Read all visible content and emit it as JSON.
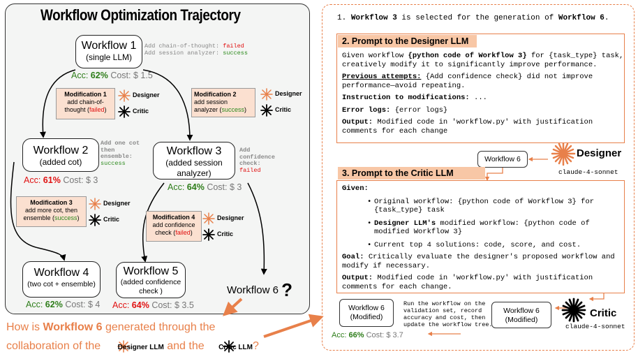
{
  "left": {
    "title": "Workflow Optimization Trajectory",
    "wf1": {
      "title": "Workflow 1",
      "sub": "(single LLM)",
      "acc_label": "Acc:",
      "acc": "62%",
      "cost_label": "Cost:",
      "cost": "$ 1.5",
      "note1": "Add chain-of-thought:",
      "note1_status": "failed",
      "note2": "Add session analyzer:",
      "note2_status": "success"
    },
    "mod1": {
      "title": "Modification 1",
      "l1": "add chain-of-",
      "l2": "thought (",
      "status": "failed",
      "end": ")"
    },
    "mod2": {
      "title": "Modification 2",
      "l1": "add session",
      "l2": "analyzer (",
      "status": "success",
      "end": ")"
    },
    "mod3": {
      "title": "Modification 3",
      "l1": "add more cot, then",
      "l2": "ensemble (",
      "status": "success",
      "end": ")"
    },
    "mod4": {
      "title": "Modification 4",
      "l1": "add confidence",
      "l2": "check (",
      "status": "failed",
      "end": ")"
    },
    "designer": "Designer",
    "critic": "Critic",
    "wf2": {
      "title": "Workflow 2",
      "sub": "(added cot)",
      "acc_label": "Acc:",
      "acc": "61%",
      "cost_label": "Cost:",
      "cost": "$ 3",
      "n1": "Add one cot",
      "n2": "then",
      "n3": "ensemble:",
      "n4": "success"
    },
    "wf3": {
      "title": "Workflow 3",
      "sub1": "(added session",
      "sub2": "analyzer)",
      "acc_label": "Acc:",
      "acc": "64%",
      "cost_label": "Cost:",
      "cost": "$ 3",
      "n1": "Add",
      "n2": "confidence",
      "n3": "check:",
      "n4": "failed"
    },
    "wf4": {
      "title": "Workflow 4",
      "sub": "(two cot + ensemble)",
      "acc_label": "Acc:",
      "acc": "62%",
      "cost_label": "Cost:",
      "cost": "$ 4"
    },
    "wf5": {
      "title": "Workflow 5",
      "sub1": "(added confidence",
      "sub2": "check )",
      "acc_label": "Acc:",
      "acc": "64%",
      "cost_label": "Cost:",
      "cost": "$ 3.5"
    },
    "wf6": {
      "title": "Workflow 6",
      "q": "?"
    }
  },
  "question": {
    "l1a": "How is ",
    "l1b": "Workflow 6",
    "l1c": " generated through the",
    "l2a": "collaboration of the ",
    "l2b": "Designer LLM",
    "l2c": " and the ",
    "l2d": "Critic LLM",
    "l2e": "?"
  },
  "right": {
    "step1": {
      "a": "1. ",
      "b": "Workflow 3",
      "c": " is selected for the generation of ",
      "d": "Workflow 6",
      "e": "."
    },
    "p2": {
      "head": "2. Prompt to the Designer LLM",
      "l1a": "Given workflow ",
      "l1b": "{python code of Workflow 3}",
      "l1c": " for {task_type} task,",
      "l2": "creatively modify it to significantly improve performance.",
      "l3a": "Previous attempts:",
      "l3b": " {Add confidence check} did not improve",
      "l4": "performance—avoid repeating.",
      "l5a": "Instruction to modifications:",
      "l5b": " ...",
      "l6a": "Error logs:",
      "l6b": " {error logs}",
      "l7a": "Output:",
      "l7b": " Modified code in 'workflow.py' with justification",
      "l8": "comments for each change"
    },
    "wf6_box": "Workflow 6",
    "designer_label": "Designer",
    "designer_model": "claude-4-sonnet",
    "p3": {
      "head": "3. Prompt to the Critic LLM",
      "given": "Given:",
      "b1a": "Original workflow: {python code of Workflow 3} for",
      "b1b": "{task_type} task",
      "b2a": "Designer LLM's",
      "b2b": " modified workflow: {python code of",
      "b2c": "modified Workflow 3}",
      "b3": "Current top 4 solutions: code, score, and cost.",
      "g1a": "Goal:",
      "g1b": " Critically evaluate the designer's proposed workflow and",
      "g2": "modify if necessary.",
      "o1a": "Output:",
      "o1b": " Modified code in 'workflow.py' with justification",
      "o2": "comments for each change."
    },
    "final": {
      "l1": "Workflow 6",
      "l2": "(Modified)"
    },
    "mid": {
      "l1": "Workflow 6",
      "l2": "(Modified)"
    },
    "run": {
      "l1": "Run the workflow on the",
      "l2": "validation set, record",
      "l3": "accuracy and cost, then",
      "l4": "update the workflow tree."
    },
    "critic_label": "Critic",
    "critic_model": "claude-4-sonnet",
    "acc_label": "Acc:",
    "acc": "66%",
    "cost_label": "Cost:",
    "cost": "$ 3.7"
  },
  "colors": {
    "orange": "#e8804a",
    "green": "#2e7d1a",
    "red": "#e01010",
    "header": "#f8c7a6",
    "mod": "#fbe0d0"
  }
}
